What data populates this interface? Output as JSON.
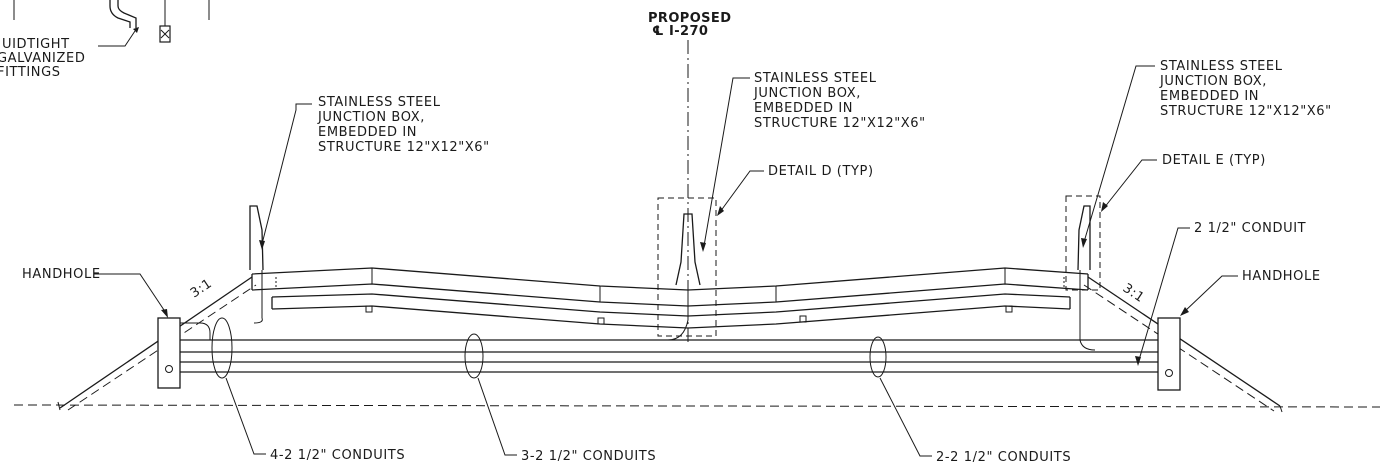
{
  "notes": {
    "fittings": [
      "UIDTIGHT",
      "GALVANIZED",
      "FITTINGS"
    ],
    "jbox_left": [
      "STAINLESS STEEL",
      "JUNCTION BOX,",
      "EMBEDDED IN",
      "STRUCTURE 12\"X12\"X6\""
    ],
    "jbox_center": [
      "STAINLESS STEEL",
      "JUNCTION BOX,",
      "EMBEDDED IN",
      "STRUCTURE 12\"X12\"X6\""
    ],
    "jbox_right": [
      "STAINLESS STEEL",
      "JUNCTION BOX,",
      "EMBEDDED IN",
      "STRUCTURE 12\"X12\"X6\""
    ],
    "proposed": [
      "PROPOSED",
      "℄ I-270"
    ],
    "detail_d": "DETAIL D (TYP)",
    "detail_e": "DETAIL E (TYP)",
    "conduit": "2 1/2\" CONDUIT",
    "handhole_left": "HANDHOLE",
    "handhole_right": "HANDHOLE",
    "slope_left": "3:1",
    "slope_right": "3:1",
    "conduits_4": "4-2 1/2\" CONDUITS",
    "conduits_3": "3-2 1/2\" CONDUITS",
    "conduits_2": "2-2 1/2\" CONDUITS"
  }
}
